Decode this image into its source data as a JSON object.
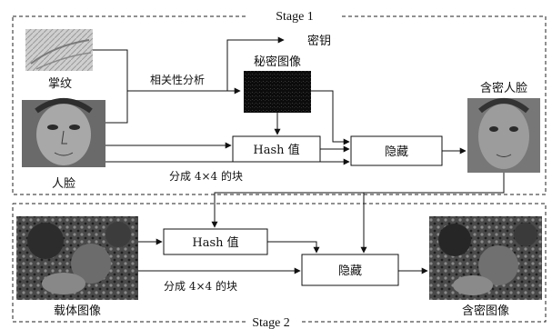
{
  "stages": {
    "stage1": "Stage 1",
    "stage2": "Stage 2"
  },
  "nodes": {
    "palmprint": "掌纹",
    "face": "人脸",
    "key": "密钥",
    "secret_image": "秘密图像",
    "hash1": "Hash 值",
    "hide1": "隐藏",
    "stego_face": "含密人脸",
    "carrier": "载体图像",
    "hash2": "Hash 值",
    "hide2": "隐藏",
    "stego_image": "含密图像"
  },
  "edges": {
    "correlation": "相关性分析",
    "blocks1": "分成 4×4 的块",
    "blocks2": "分成 4×4 的块"
  }
}
